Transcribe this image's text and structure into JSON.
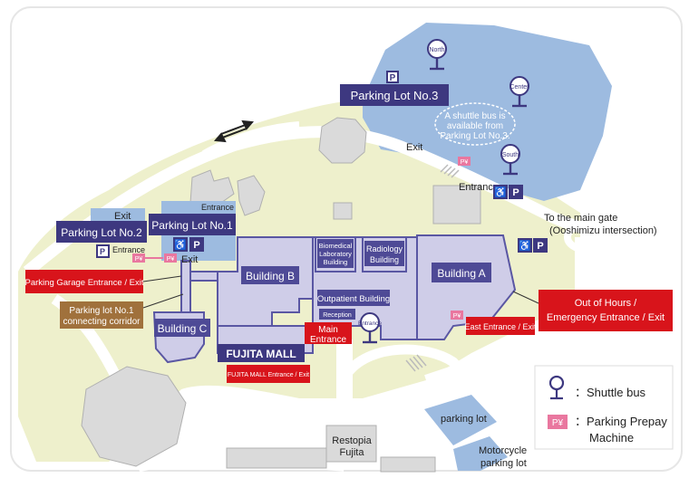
{
  "labels": {
    "parking_lot_3": "Parking Lot No.3",
    "parking_lot_2": "Parking Lot No.2",
    "parking_lot_1": "Parking Lot No.1",
    "parking_lot_generic": "parking lot",
    "motorcycle_parking_line1": "Motorcycle",
    "motorcycle_parking_line2": "parking lot",
    "shuttle_note_line1": "A shuttle bus is",
    "shuttle_note_line2": "available from",
    "shuttle_note_line3": "Parking Lot No.3.",
    "exit_lot3": "Exit",
    "entrance_lot3": "Entrance",
    "entrance_lot1": "Entrance",
    "exit_lot2": "Exit",
    "entrance_lot2": "Entrance",
    "exit_lot1": "Exit",
    "main_gate_line1": "To the main gate",
    "main_gate_line2": "(Ooshimizu intersection)",
    "parking_garage": "Parking Garage Entrance / Exit",
    "corridor_line1": "Parking lot No.1",
    "corridor_line2": "connecting corridor",
    "building_b": "Building B",
    "building_a": "Building A",
    "building_c": "Building C",
    "biomed_line1": "Biomedical",
    "biomed_line2": "Laboratory",
    "biomed_line3": "Building",
    "radiology_line1": "Radiology",
    "radiology_line2": "Building",
    "outpatient": "Outpatient Building",
    "reception": "Reception",
    "main_entrance_line1": "Main",
    "main_entrance_line2": "Entrance",
    "fujita_mall": "FUJITA MALL",
    "fujita_mall_entrance": "FUJITA MALL Entrance / Exit",
    "east_entrance": "East Entrance / Exit",
    "out_of_hours_line1": "Out of Hours /",
    "out_of_hours_line2": "Emergency Entrance / Exit",
    "restopia_line1": "Restopia",
    "restopia_line2": "Fujita",
    "parking_symbol": "P",
    "prepay_symbol": "P¥"
  },
  "shuttle_stops": {
    "north": "North",
    "center": "Center",
    "south": "South",
    "entrance": "Entrance"
  },
  "legend": {
    "shuttle_bus": "：Shuttle bus",
    "prepay_line1": "：Parking Prepay",
    "prepay_line2": "Machine"
  },
  "colors": {
    "background": "#ffffff",
    "grounds": "#eef0cc",
    "parking_lot": "#9dbbe0",
    "building_fill": "#cfcde8",
    "building_outline": "#5a57a3",
    "label_navy": "#3d3880",
    "label_red": "#d8141b",
    "label_brown": "#a0713c",
    "road": "#ffffff",
    "structure_gray": "#dadada",
    "prepay_pink": "#e9779f"
  },
  "icons": [
    "parking-icon",
    "wheelchair-icon",
    "shuttle-stop-icon",
    "prepay-machine-icon",
    "two-way-arrow-icon"
  ]
}
